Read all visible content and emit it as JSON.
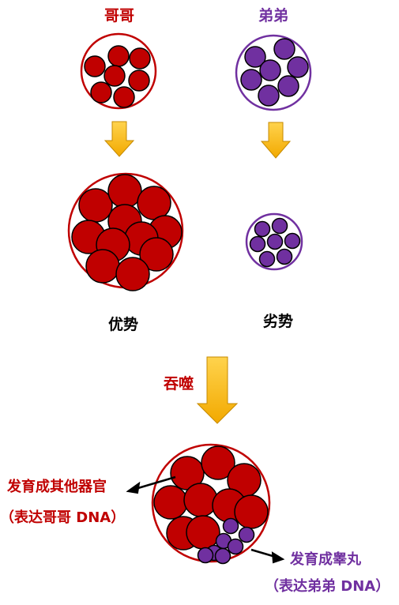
{
  "labels": {
    "older_brother": "哥哥",
    "younger_brother": "弟弟",
    "dominant": "优势",
    "inferior": "劣势",
    "swallow": "吞噬",
    "other_organs_line1": "发育成其他器官",
    "other_organs_line2": "（表达哥哥 DNA）",
    "testis_line1": "发育成睾丸",
    "testis_line2": "（表达弟弟 DNA）"
  },
  "colors": {
    "red": "#c00000",
    "purple": "#7030a0",
    "arrow_yellow": "#ffc000"
  }
}
